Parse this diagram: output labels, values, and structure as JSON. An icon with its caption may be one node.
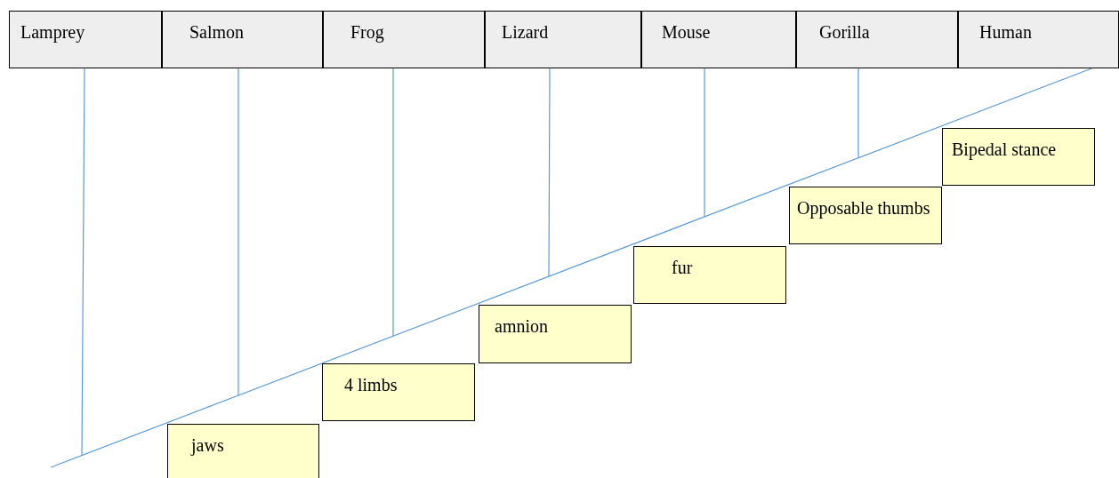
{
  "diagram": {
    "nodes": [
      {
        "text": [
          "Lamprey"
        ]
      },
      {
        "text": [
          "Salmon"
        ]
      },
      {
        "text": [
          "Frog"
        ]
      },
      {
        "text": [
          "Lizard"
        ]
      },
      {
        "text": [
          "Mouse"
        ]
      },
      {
        "text": [
          "Gorilla"
        ]
      },
      {
        "text": [
          "Human"
        ]
      },
      {
        "text": [
          "jaws"
        ]
      },
      {
        "text": [
          "4 limbs"
        ]
      },
      {
        "text": [
          "amnion"
        ]
      },
      {
        "text": [
          "fur"
        ]
      },
      {
        "text": [
          "Opposable thumbs"
        ]
      },
      {
        "text": [
          "Bipedal stance"
        ]
      }
    ],
    "edges": [
      {
        "from": 0,
        "to": null,
        "arrow": "none"
      },
      {
        "from": 1,
        "to": null,
        "arrow": "none"
      },
      {
        "from": 2,
        "to": null,
        "arrow": "none"
      },
      {
        "from": 3,
        "to": null,
        "arrow": "none"
      },
      {
        "from": 4,
        "to": null,
        "arrow": "none"
      },
      {
        "from": 5,
        "to": null,
        "arrow": "none"
      },
      {
        "from": null,
        "to": 6,
        "arrow": "none"
      }
    ]
  }
}
